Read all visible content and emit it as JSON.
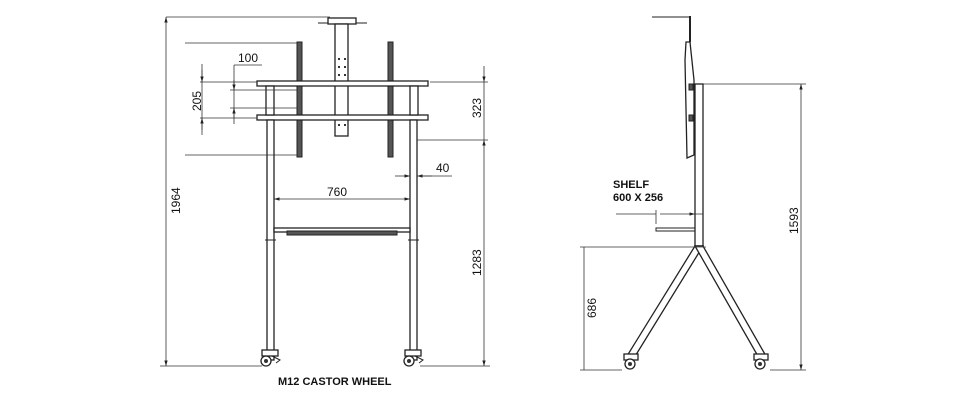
{
  "front_view": {
    "dimensions": {
      "overall_height": "1964",
      "vesa_spacing": "100",
      "shelf_bar_spacing": "205",
      "mount_span": "323",
      "leg_spacing": "760",
      "leg_offset": "40",
      "mount_height": "1283"
    },
    "caption": "M12 CASTOR WHEEL"
  },
  "side_view": {
    "shelf_label": "SHELF",
    "shelf_size": "600 X 256",
    "dimensions": {
      "base_height": "686",
      "column_height": "1593"
    }
  }
}
